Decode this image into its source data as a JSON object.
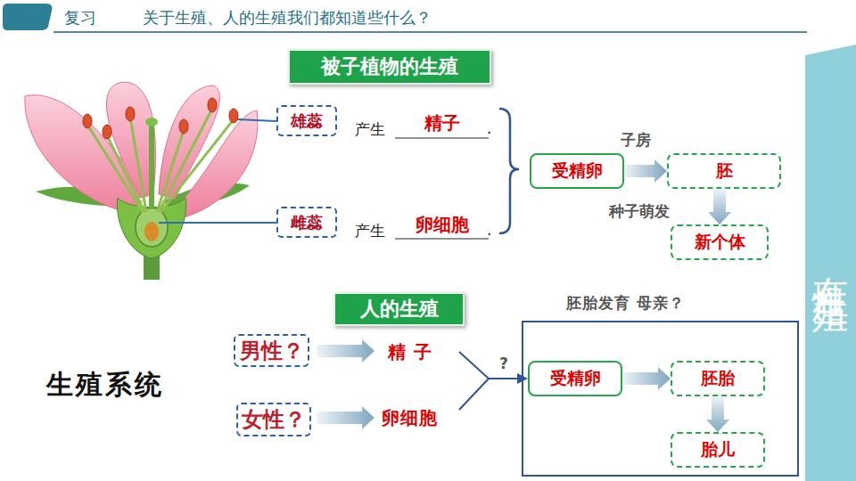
{
  "diagram": {
    "title": "关于生殖、人的生殖我们都知道些什么？",
    "nodes": [
      {
        "text": [
          "被子植物的生殖"
        ]
      },
      {
        "text": [
          "雄蕊"
        ]
      },
      {
        "text": [
          "受精卵"
        ]
      },
      {
        "text": [
          "胚"
        ]
      },
      {
        "text": [
          "雌蕊"
        ]
      },
      {
        "text": [
          "新个体"
        ]
      },
      {
        "text": [
          "人的生殖"
        ]
      },
      {
        "text": [
          "男性？"
        ]
      },
      {
        "text": [
          "女性？"
        ]
      },
      {
        "text": [
          "胚胎发育 母亲？"
        ]
      },
      {
        "text": [
          "受精卵"
        ],
        "in": 9
      },
      {
        "text": [
          "胚胎"
        ],
        "in": 9
      },
      {
        "text": [
          "胎儿"
        ],
        "in": 9
      },
      {
        "text": [
          "有性生殖"
        ]
      }
    ],
    "edges": [
      {
        "from": 2,
        "to": 3,
        "label": "子房",
        "arrow": "to"
      },
      {
        "from": 3,
        "to": 5,
        "label": "种子萌发",
        "arrow": "to"
      },
      {
        "from": 10,
        "to": 11,
        "arrow": "to"
      },
      {
        "from": 11,
        "to": 12,
        "arrow": "to"
      }
    ],
    "labels": [
      "复习",
      "产生",
      "精子",
      ".",
      "产生",
      "卵细胞",
      ".",
      "生殖系统",
      "精 子",
      "卵细胞",
      "?"
    ]
  }
}
